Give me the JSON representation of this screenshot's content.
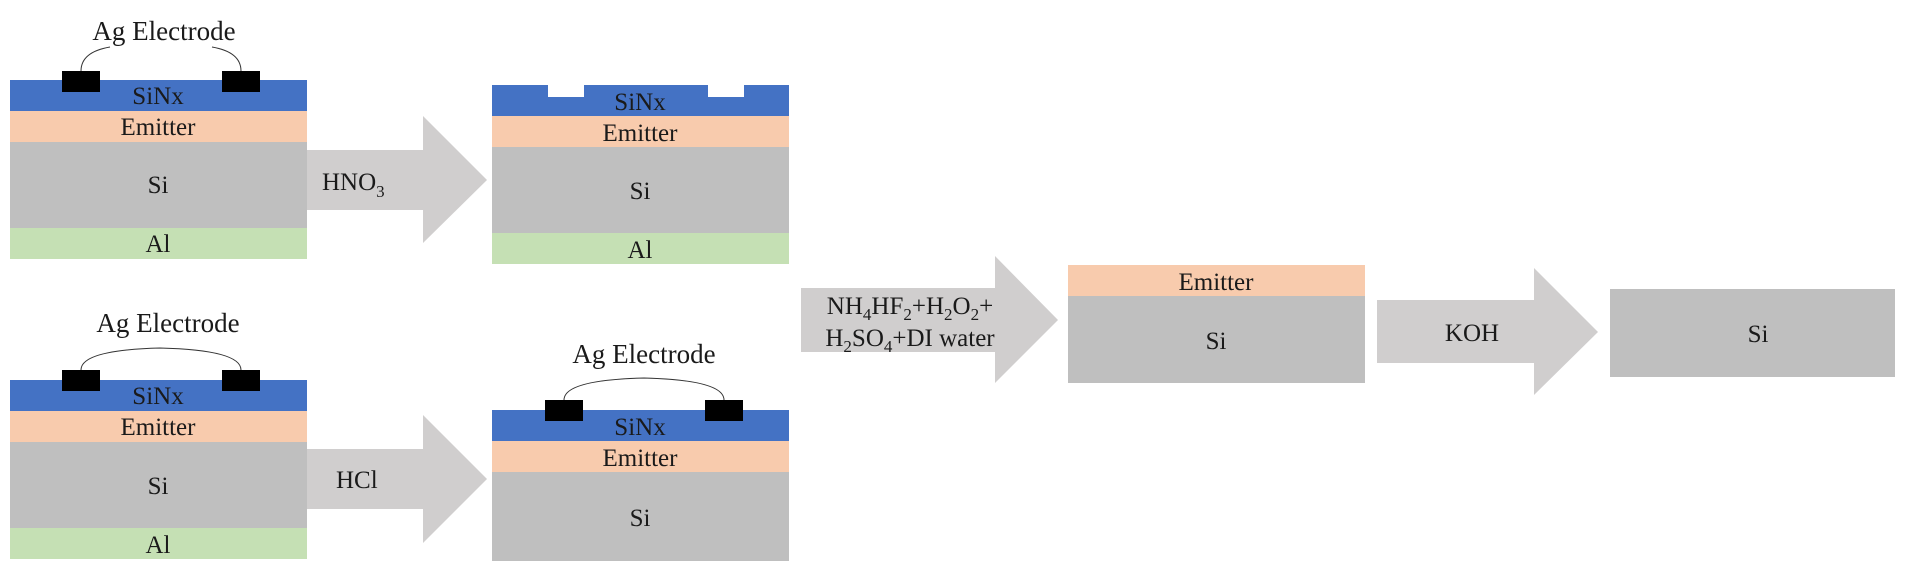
{
  "layers": {
    "sinx": "SiNx",
    "emitter": "Emitter",
    "si": "Si",
    "al": "Al"
  },
  "electrode_label": "Ag Electrode",
  "reagents": {
    "hno3": {
      "base": "HNO",
      "sub": "3"
    },
    "hcl": "HCl",
    "koh": "KOH",
    "mix_line1": [
      {
        "t": "NH"
      },
      {
        "t": "4",
        "sub": true
      },
      {
        "t": "HF"
      },
      {
        "t": "2",
        "sub": true
      },
      {
        "t": "+H"
      },
      {
        "t": "2",
        "sub": true
      },
      {
        "t": "O"
      },
      {
        "t": "2",
        "sub": true
      },
      {
        "t": "+"
      }
    ],
    "mix_line2": [
      {
        "t": "H"
      },
      {
        "t": "2",
        "sub": true
      },
      {
        "t": "SO"
      },
      {
        "t": "4",
        "sub": true
      },
      {
        "t": "+DI water"
      }
    ]
  },
  "colors": {
    "sinx": "#4472c4",
    "emitter": "#f8cbad",
    "si": "#bfbfbf",
    "al": "#c5e0b4",
    "arrow": "#d0cece",
    "electrode": "#000000"
  }
}
